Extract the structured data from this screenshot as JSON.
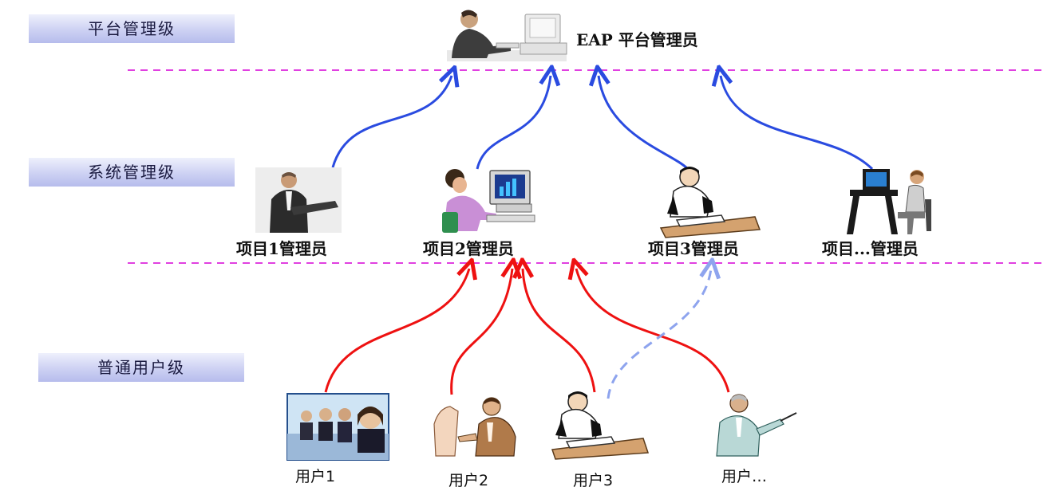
{
  "levels": {
    "platform": "平台管理级",
    "system": "系统管理级",
    "user": "普通用户级"
  },
  "platform_admin": {
    "label": "EAP 平台管理员"
  },
  "project_admins": [
    {
      "label": "项目1管理员"
    },
    {
      "label": "项目2管理员"
    },
    {
      "label": "项目3管理员"
    },
    {
      "label": "项目...管理员"
    }
  ],
  "users": [
    {
      "label": "用户1"
    },
    {
      "label": "用户2"
    },
    {
      "label": "用户3"
    },
    {
      "label": "用户…"
    }
  ],
  "colors": {
    "divider": "#e040e0",
    "admin_arrow": "#2a4be0",
    "user_arrow": "#ee1111",
    "dashed_arrow": "#8ea4ee"
  },
  "icons": {
    "platform_admin": "person-at-computer-icon",
    "project1_admin": "man-with-laptop-icon",
    "project2_admin": "woman-at-computer-icon",
    "project3_admin": "man-at-desk-thinking-icon",
    "projectN_admin": "person-at-workstation-icon",
    "user1": "meeting-group-photo-icon",
    "user2": "man-pointing-icon",
    "user3": "man-at-desk-thinking-icon",
    "userN": "presenter-icon"
  }
}
